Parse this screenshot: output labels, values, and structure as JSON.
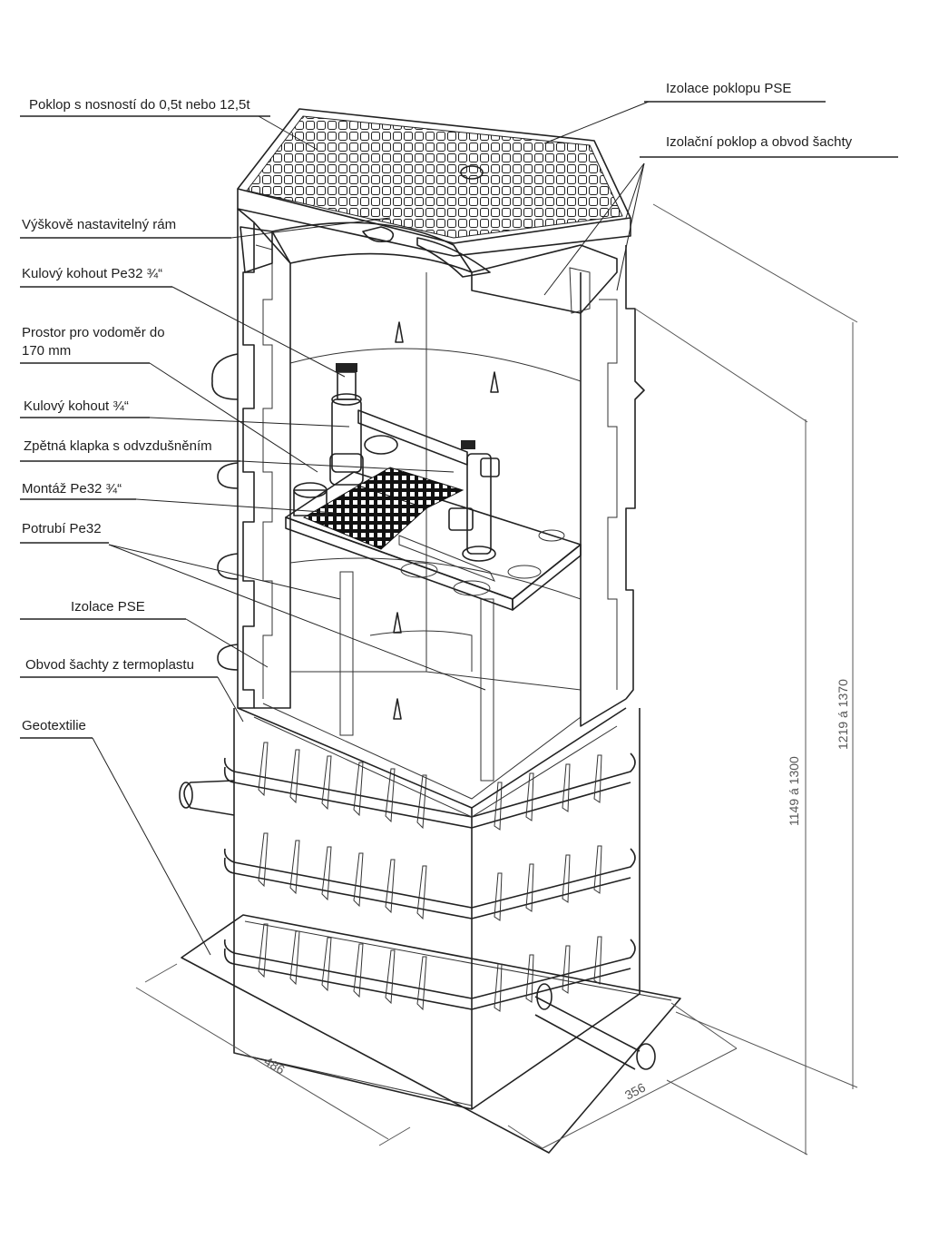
{
  "labels": {
    "poklop": "Poklop s nosností do 0,5t nebo 12,5t",
    "izolace_poklopu": "Izolace poklopu PSE",
    "izolacni_poklop": "Izolační poklop a obvod šachty",
    "ram": "Výškově nastavitelný rám",
    "kohout_pe32": "Kulový kohout Pe32 ¾“",
    "prostor_1": "Prostor pro vodoměr do",
    "prostor_2": "170 mm",
    "kohout": "Kulový kohout ¾“",
    "klapka": "Zpětná klapka s odvzdušněním",
    "montaz": "Montáž Pe32 ¾“",
    "potrubi": "Potrubí Pe32",
    "izolace_pse": "Izolace PSE",
    "obvod": "Obvod šachty z termoplastu",
    "geotextilie": "Geotextilie"
  },
  "dimensions": {
    "width": "486",
    "depth": "356",
    "height_inner": "1149 á 1300",
    "height_outer": "1219 á 1370"
  }
}
